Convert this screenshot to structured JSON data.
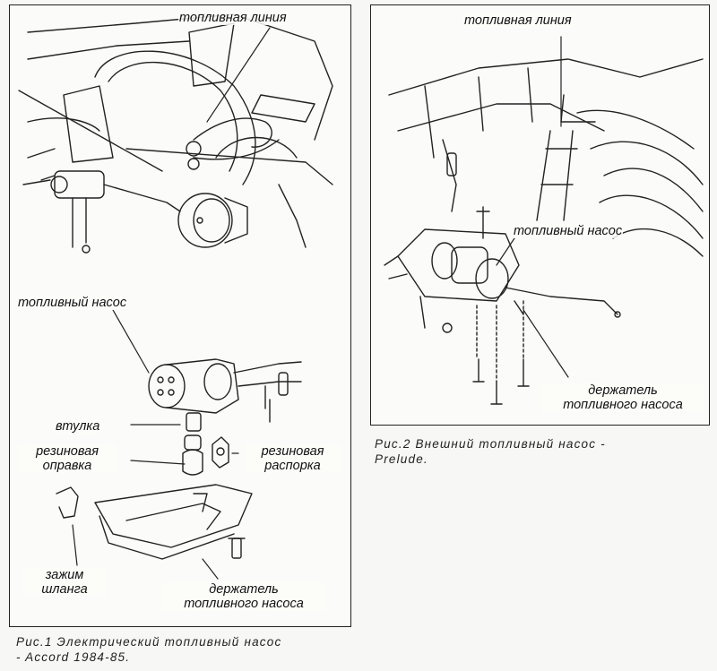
{
  "figure1": {
    "label_fuel_line": "топливная линия",
    "label_fuel_pump": "топливный насос",
    "label_bushing": "втулка",
    "label_rubber_mount_1": "резиновая",
    "label_rubber_mount_2": "оправка",
    "label_rubber_spacer_1": "резиновая",
    "label_rubber_spacer_2": "распорка",
    "label_hose_clamp_1": "зажим",
    "label_hose_clamp_2": "шланга",
    "label_pump_holder_1": "держатель",
    "label_pump_holder_2": "топливного насоса",
    "caption_line1": "Рис.1  Электрический топливный насос",
    "caption_line2": "- Accord 1984-85."
  },
  "figure2": {
    "label_fuel_line": "топливная линия",
    "label_fuel_pump": "топливный насос",
    "label_pump_holder_1": "держатель",
    "label_pump_holder_2": "топливного насоса",
    "caption_line1": "Рис.2  Внешний  топливный  насос  -",
    "caption_line2": "Prelude."
  },
  "colors": {
    "ink": "#111111",
    "paper": "#fbfbf9"
  }
}
